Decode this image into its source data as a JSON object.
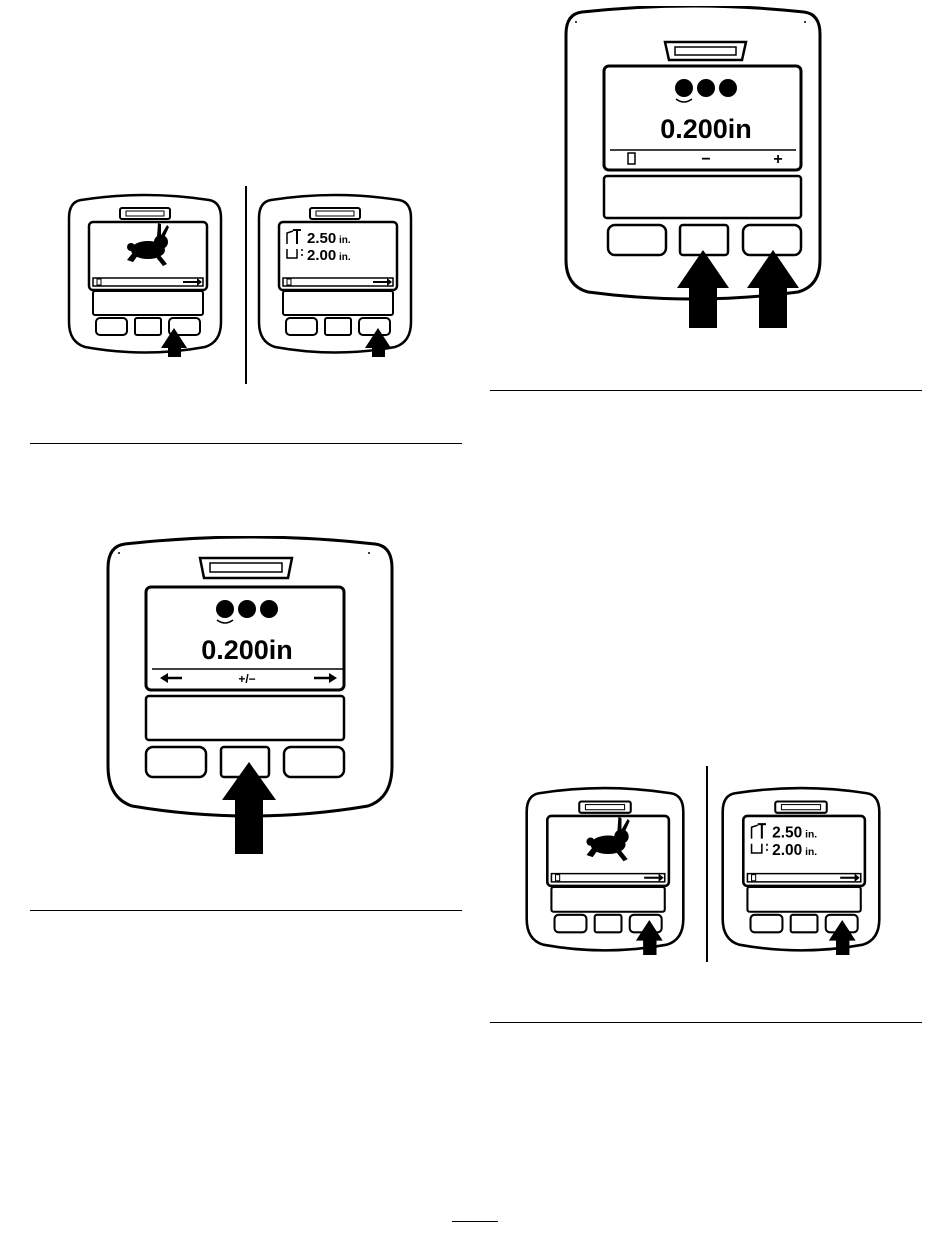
{
  "panels": [
    {
      "id": "fig1-left",
      "screen_type": "icon",
      "icon": "rabbit-icon",
      "nav": {
        "left_icon": "door-icon",
        "right_icon": "arrow-right-icon"
      },
      "pressed_buttons": [
        "right"
      ]
    },
    {
      "id": "fig1-right",
      "screen_type": "heights",
      "rows": [
        {
          "icon": "height-of-cut-icon",
          "value": "2.50",
          "unit": "in."
        },
        {
          "icon": "deck-height-icon",
          "value": "2.00",
          "unit": "in."
        }
      ],
      "nav": {
        "left_icon": "door-icon",
        "right_icon": "arrow-right-icon"
      },
      "pressed_buttons": [
        "right"
      ]
    },
    {
      "id": "fig2",
      "screen_type": "value",
      "indicator": "three-dots-icon",
      "value": "0.200in",
      "nav": {
        "left_icon": "arrow-left-icon",
        "center_label": "+/−",
        "right_icon": "arrow-right-icon"
      },
      "pressed_buttons": [
        "center"
      ]
    },
    {
      "id": "fig3",
      "screen_type": "value",
      "indicator": "three-dots-icon",
      "value": "0.200in",
      "nav": {
        "left_icon": "door-icon",
        "center_label": "−",
        "right_label": "+"
      },
      "pressed_buttons": [
        "center",
        "right"
      ]
    },
    {
      "id": "fig4-left",
      "screen_type": "icon",
      "icon": "rabbit-icon",
      "nav": {
        "left_icon": "door-icon",
        "right_icon": "arrow-right-icon"
      },
      "pressed_buttons": [
        "right"
      ]
    },
    {
      "id": "fig4-right",
      "screen_type": "heights",
      "rows": [
        {
          "icon": "height-of-cut-icon",
          "value": "2.50",
          "unit": "in."
        },
        {
          "icon": "deck-height-icon",
          "value": "2.00",
          "unit": "in."
        }
      ],
      "nav": {
        "left_icon": "door-icon",
        "right_icon": "arrow-right-icon"
      },
      "pressed_buttons": [
        "right"
      ]
    }
  ]
}
